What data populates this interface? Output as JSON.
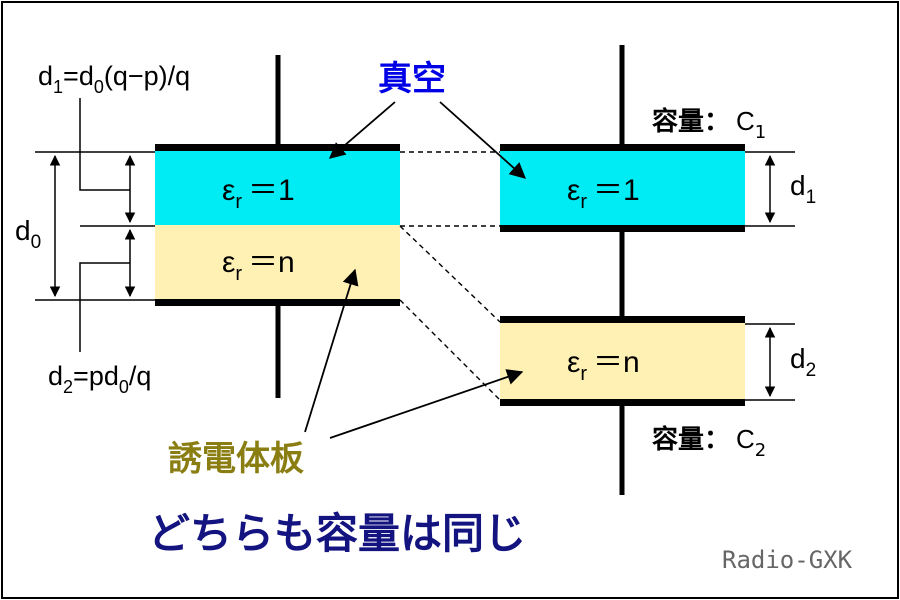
{
  "colors": {
    "vacuum_fill": "#00ecf4",
    "dielectric_fill": "#fff1b3",
    "title_blue": "#0000e6",
    "dielectric_label": "#8a7d12",
    "conclusion": "#141480",
    "watermark": "#666666",
    "frame": "#000000"
  },
  "labels": {
    "vacuum": "真空",
    "dielectric_plate": "誘電体板",
    "conclusion": "どちらも容量は同じ",
    "watermark": "Radio-GXK",
    "d0": "d",
    "d0_sub": "0",
    "d1_formula": {
      "a": "d",
      "a_sub": "1",
      "b": "=d",
      "b_sub": "0",
      "c": "(q−p)/q"
    },
    "d2_formula": {
      "a": "d",
      "a_sub": "2",
      "b": "=pd",
      "b_sub": "0",
      "c": "/q"
    },
    "eps_vacuum": {
      "sym": "ε",
      "sub": "r",
      "rest": "＝1"
    },
    "eps_dielectric": {
      "sym": "ε",
      "sub": "r",
      "rest": "＝n"
    },
    "right_d1": "d",
    "right_d1_sub": "1",
    "right_d2": "d",
    "right_d2_sub": "2",
    "cap1": {
      "text": "容量：",
      "c": "C",
      "sub": "1"
    },
    "cap2": {
      "text": "容量：",
      "c": "C",
      "sub": "2"
    }
  }
}
